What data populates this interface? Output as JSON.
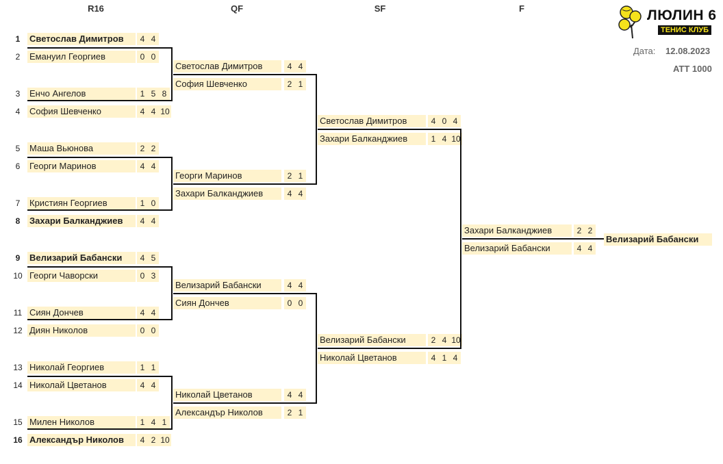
{
  "rounds": [
    "R16",
    "QF",
    "SF",
    "F"
  ],
  "club": {
    "name": "ЛЮЛИН 6",
    "subtitle": "ТЕНИС КЛУБ"
  },
  "date_label": "Дата:",
  "date_value": "12.08.2023",
  "category": "ATT 1000",
  "r16": [
    {
      "seed": "1",
      "name": "Светослав Димитров",
      "scores": [
        "4",
        "4"
      ],
      "bold": true
    },
    {
      "seed": "2",
      "name": "Емануил Георгиев",
      "scores": [
        "0",
        "0"
      ],
      "bold": false
    },
    {
      "seed": "3",
      "name": "Енчо Ангелов",
      "scores": [
        "1",
        "5",
        "8"
      ],
      "bold": false
    },
    {
      "seed": "4",
      "name": "София Шевченко",
      "scores": [
        "4",
        "4",
        "10"
      ],
      "bold": false
    },
    {
      "seed": "5",
      "name": "Маша Вьюнова",
      "scores": [
        "2",
        "2"
      ],
      "bold": false
    },
    {
      "seed": "6",
      "name": "Георги Маринов",
      "scores": [
        "4",
        "4"
      ],
      "bold": false
    },
    {
      "seed": "7",
      "name": "Кристиян Георгиев",
      "scores": [
        "1",
        "0"
      ],
      "bold": false
    },
    {
      "seed": "8",
      "name": "Захари Балканджиев",
      "scores": [
        "4",
        "4"
      ],
      "bold": true
    },
    {
      "seed": "9",
      "name": "Велизарий Бабански",
      "scores": [
        "4",
        "5"
      ],
      "bold": true
    },
    {
      "seed": "10",
      "name": "Георги Чаворски",
      "scores": [
        "0",
        "3"
      ],
      "bold": false
    },
    {
      "seed": "11",
      "name": "Сиян Дончев",
      "scores": [
        "4",
        "4"
      ],
      "bold": false
    },
    {
      "seed": "12",
      "name": "Диян Николов",
      "scores": [
        "0",
        "0"
      ],
      "bold": false
    },
    {
      "seed": "13",
      "name": "Николай Георгиев",
      "scores": [
        "1",
        "1"
      ],
      "bold": false
    },
    {
      "seed": "14",
      "name": "Николай Цветанов",
      "scores": [
        "4",
        "4"
      ],
      "bold": false
    },
    {
      "seed": "15",
      "name": "Милен Николов",
      "scores": [
        "1",
        "4",
        "1"
      ],
      "bold": false
    },
    {
      "seed": "16",
      "name": "Александър Николов",
      "scores": [
        "4",
        "2",
        "10"
      ],
      "bold": true
    }
  ],
  "qf": [
    {
      "name": "Светослав Димитров",
      "scores": [
        "4",
        "4"
      ]
    },
    {
      "name": "София Шевченко",
      "scores": [
        "2",
        "1"
      ]
    },
    {
      "name": "Георги Маринов",
      "scores": [
        "2",
        "1"
      ]
    },
    {
      "name": "Захари Балканджиев",
      "scores": [
        "4",
        "4"
      ]
    },
    {
      "name": "Велизарий Бабански",
      "scores": [
        "4",
        "4"
      ]
    },
    {
      "name": "Сиян Дончев",
      "scores": [
        "0",
        "0"
      ]
    },
    {
      "name": "Николай Цветанов",
      "scores": [
        "4",
        "4"
      ]
    },
    {
      "name": "Александър Николов",
      "scores": [
        "2",
        "1"
      ]
    }
  ],
  "sf": [
    {
      "name": "Светослав Димитров",
      "scores": [
        "4",
        "0",
        "4"
      ]
    },
    {
      "name": "Захари Балканджиев",
      "scores": [
        "1",
        "4",
        "10"
      ]
    },
    {
      "name": "Велизарий Бабански",
      "scores": [
        "2",
        "4",
        "10"
      ]
    },
    {
      "name": "Николай Цветанов",
      "scores": [
        "4",
        "1",
        "4"
      ]
    }
  ],
  "final": [
    {
      "name": "Захари Балканджиев",
      "scores": [
        "2",
        "2"
      ]
    },
    {
      "name": "Велизарий Бабански",
      "scores": [
        "4",
        "4"
      ]
    }
  ],
  "champion": "Велизарий Бабански"
}
